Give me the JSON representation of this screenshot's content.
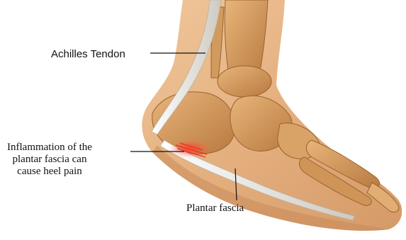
{
  "labels": {
    "achilles_tendon": "Achilles Tendon",
    "inflammation": [
      "Inflammation of the",
      "plantar fascia can",
      "cause heel pain"
    ],
    "plantar_fascia": "Plantar fascia"
  },
  "colors": {
    "skin": "#e9b98a",
    "skin_shadow": "#c98a5a",
    "bone": "#d9a266",
    "bone_dark": "#a86c36",
    "tendon": "#f2f0ea",
    "inflammation": "#e8332c",
    "leader_line": "#111111"
  }
}
